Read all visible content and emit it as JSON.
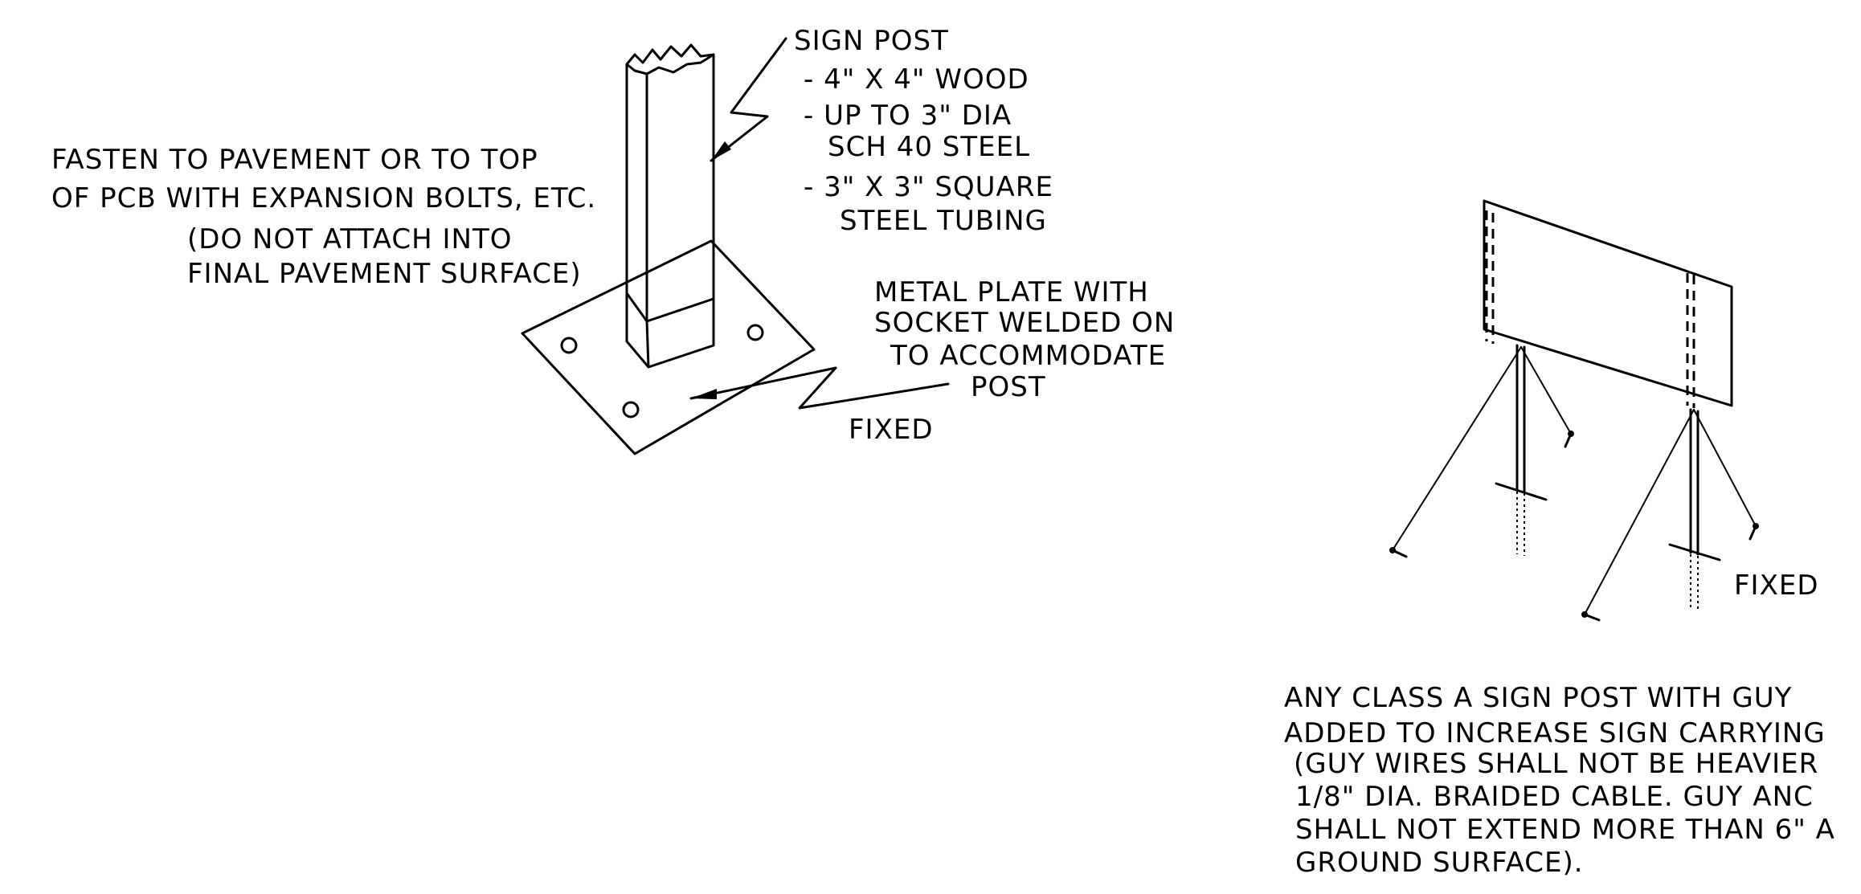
{
  "left_detail": {
    "fasten_note": {
      "line1": "FASTEN TO PAVEMENT OR TO TOP",
      "line2": "OF PCB WITH EXPANSION BOLTS, ETC.",
      "line3": "(DO NOT ATTACH INTO",
      "line4": "FINAL PAVEMENT SURFACE)"
    },
    "sign_post_note": {
      "title": "SIGN POST",
      "item1": "- 4\" X 4\" WOOD",
      "item2_line1": "- UP TO 3\" DIA",
      "item2_line2": "SCH 40 STEEL",
      "item3_line1": "- 3\" X 3\" SQUARE",
      "item3_line2": "STEEL TUBING"
    },
    "plate_note": {
      "line1": "METAL PLATE WITH",
      "line2": "SOCKET WELDED ON",
      "line3": "TO ACCOMMODATE",
      "line4": "POST"
    },
    "fixed_label": "FIXED"
  },
  "right_detail": {
    "fixed_label": "FIXED",
    "guy_note": {
      "line1": "ANY CLASS A SIGN POST WITH GUY",
      "line2": "ADDED TO INCREASE SIGN CARRYING",
      "line3": "(GUY WIRES SHALL NOT BE HEAVIER",
      "line4": "1/8\" DIA. BRAIDED CABLE.  GUY ANC",
      "line5": "SHALL NOT EXTEND MORE THAN 6\" A",
      "line6": "GROUND SURFACE)."
    }
  }
}
